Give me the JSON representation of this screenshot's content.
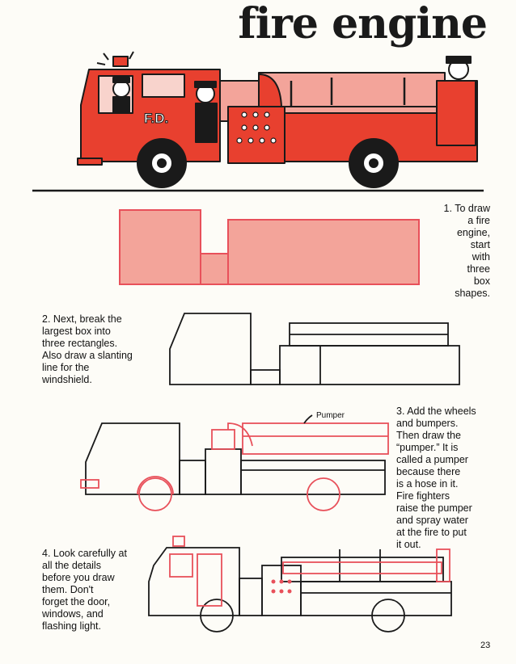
{
  "title": "fire engine",
  "truck_door_label": "F.D.",
  "steps": [
    {
      "text": "1. To draw\na fire\nengine,\nstart\nwith\nthree\nbox\nshapes."
    },
    {
      "text": "2. Next, break the\nlargest box into\nthree rectangles.\nAlso draw a slanting\nline for the\nwindshield."
    },
    {
      "text": "3. Add the wheels\nand bumpers.\nThen draw the\n“pumper.” It is\ncalled a pumper\nbecause there\nis a hose in it.\nFire fighters\nraise the pumper\nand spray water\nat the fire to put\nit out."
    },
    {
      "text": "4. Look carefully at\nall the details\nbefore you draw\nthem. Don't\nforget the door,\nwindows, and\nflashing light."
    }
  ],
  "pumper_label": "Pumper",
  "page_number": "23",
  "colors": {
    "red": "#e8402f",
    "pink": "#f3a49a",
    "ink": "#1a1a1a",
    "drawing_red": "#e8505a"
  }
}
